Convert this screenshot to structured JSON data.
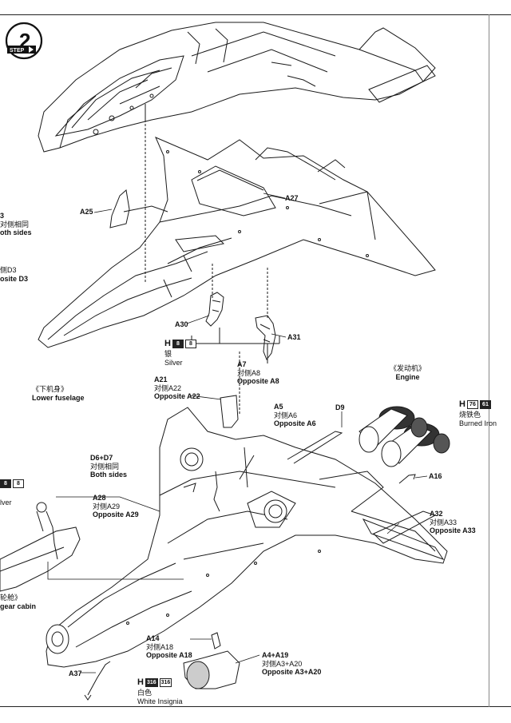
{
  "step": {
    "number": "2",
    "tag": "STEP"
  },
  "labels": {
    "a25": "A25",
    "a27": "A27",
    "a30": "A30",
    "a31": "A31",
    "left_top": {
      "code": "3",
      "cn": "对侧相同",
      "en": "oth sides"
    },
    "left_d3": {
      "cn": "侧D3",
      "en": "osite D3"
    },
    "lower_fuselage": {
      "cn": "《下机身》",
      "en": "Lower fuselage"
    },
    "paint_silver": {
      "letter": "H",
      "chip1": "8",
      "chip2": "8",
      "cn": "银",
      "en": "Silver"
    },
    "a21": {
      "code": "A21",
      "cn": "对侧A22",
      "en": "Opposite A22"
    },
    "a7": {
      "code": "A7",
      "cn": "对侧A8",
      "en": "Opposite A8"
    },
    "a5": {
      "code": "A5",
      "cn": "对侧A6",
      "en": "Opposite A6"
    },
    "d9": "D9",
    "engine": {
      "cn": "《发动机》",
      "en": "Engine"
    },
    "paint_iron": {
      "letter": "H",
      "chip1": "76",
      "chip2": "61",
      "cn": "烧铁色",
      "en": "Burned Iron"
    },
    "d6d7": {
      "code": "D6+D7",
      "cn": "对侧相同",
      "en": "Both sides"
    },
    "a16": "A16",
    "a28": {
      "code": "A28",
      "cn": "对侧A29",
      "en": "Opposite A29"
    },
    "a32": {
      "code": "A32",
      "cn": "对侧A33",
      "en": "Opposite A33"
    },
    "left_paint": {
      "chip1": "8",
      "chip2": "8",
      "en": "lver"
    },
    "left_gear": {
      "cn": "轮舱》",
      "en": "gear cabin"
    },
    "a14": {
      "code": "A14",
      "cn": "对侧A18",
      "en": "Opposite A18"
    },
    "a4": {
      "code": "A4+A19",
      "cn": "对侧A3+A20",
      "en": "Opposite A3+A20"
    },
    "a37": "A37",
    "paint_white": {
      "letter": "H",
      "chip1": "316",
      "chip2": "316",
      "cn": "白色",
      "en": "White Insignia"
    }
  }
}
